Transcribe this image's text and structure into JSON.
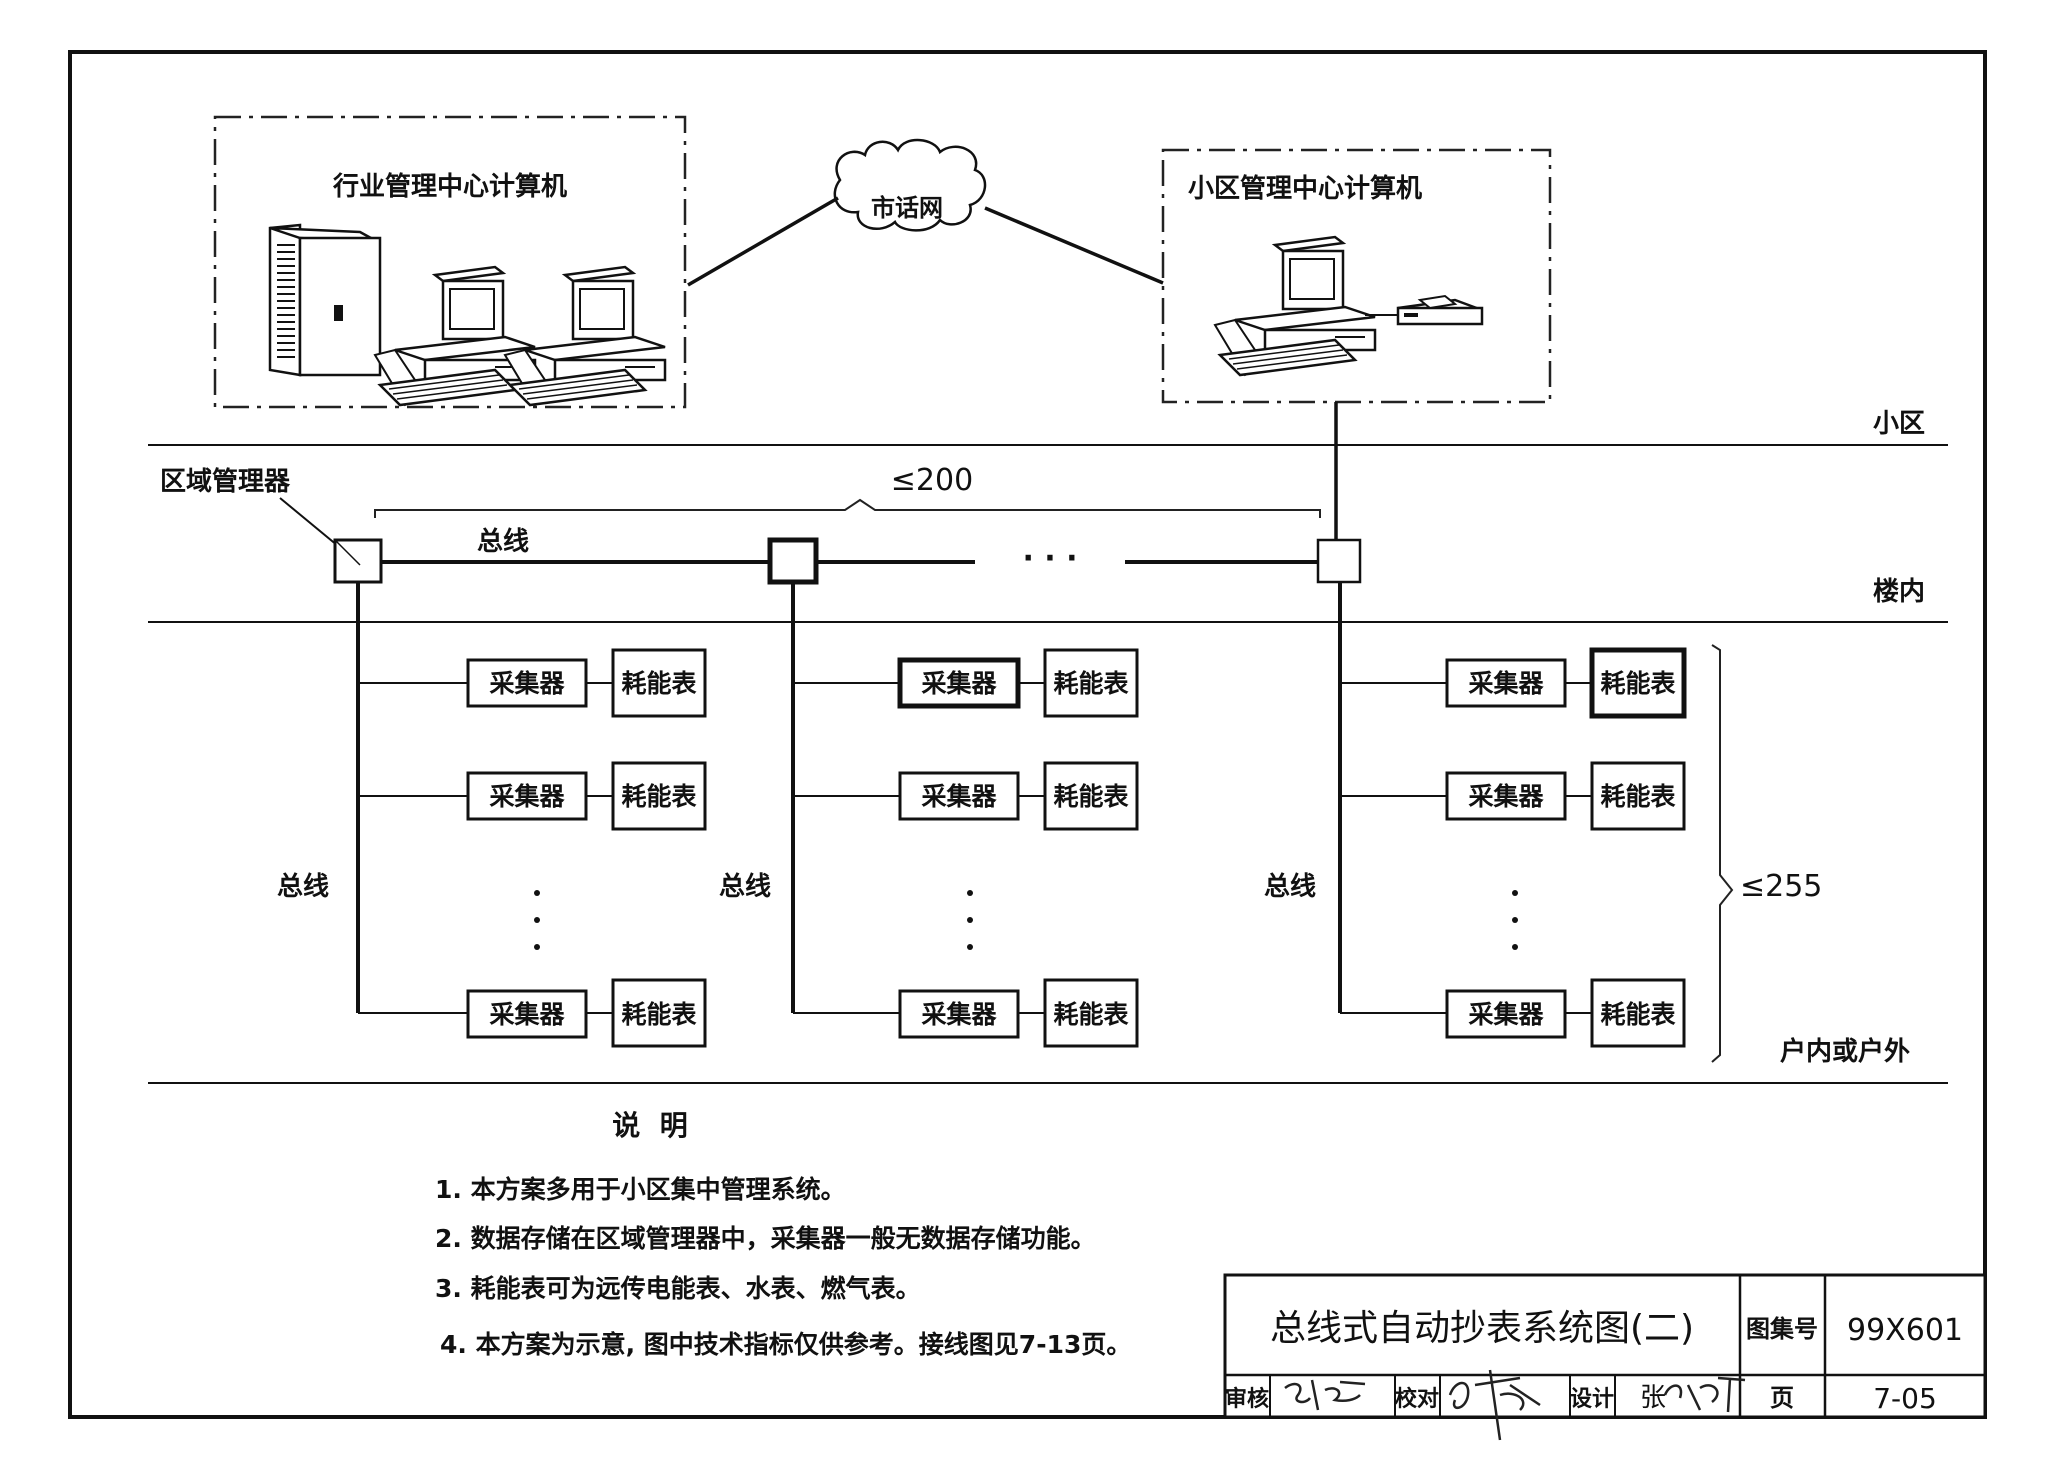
{
  "diagram": {
    "industry_center": {
      "label": "行业管理中心计算机"
    },
    "phone_network": {
      "label": "市话网"
    },
    "community_center": {
      "label": "小区管理中心计算机"
    },
    "zones": {
      "community": "小区",
      "building": "楼内",
      "household": "户内或户外"
    },
    "region_manager_label": "区域管理器",
    "bus_label": "总线",
    "distance_limit": "≤200",
    "count_limit": "≤255",
    "horizontal_ellipsis": "· · ·",
    "collector_label": "采集器",
    "meter_label": "耗能表"
  },
  "notes": {
    "heading": "说  明",
    "items": [
      "1. 本方案多用于小区集中管理系统。",
      "2. 数据存储在区域管理器中，采集器一般无数据存储功能。",
      "3. 耗能表可为远传电能表、水表、燃气表。",
      "4. 本方案为示意, 图中技术指标仅供参考。接线图见7-13页。"
    ]
  },
  "title_block": {
    "title": "总线式自动抄表系统图(二)",
    "atlas_no_label": "图集号",
    "atlas_no": "99X601",
    "review_label": "审核",
    "check_label": "校对",
    "design_label": "设计",
    "designer_name": "张",
    "page_label": "页",
    "page_no": "7-05"
  }
}
